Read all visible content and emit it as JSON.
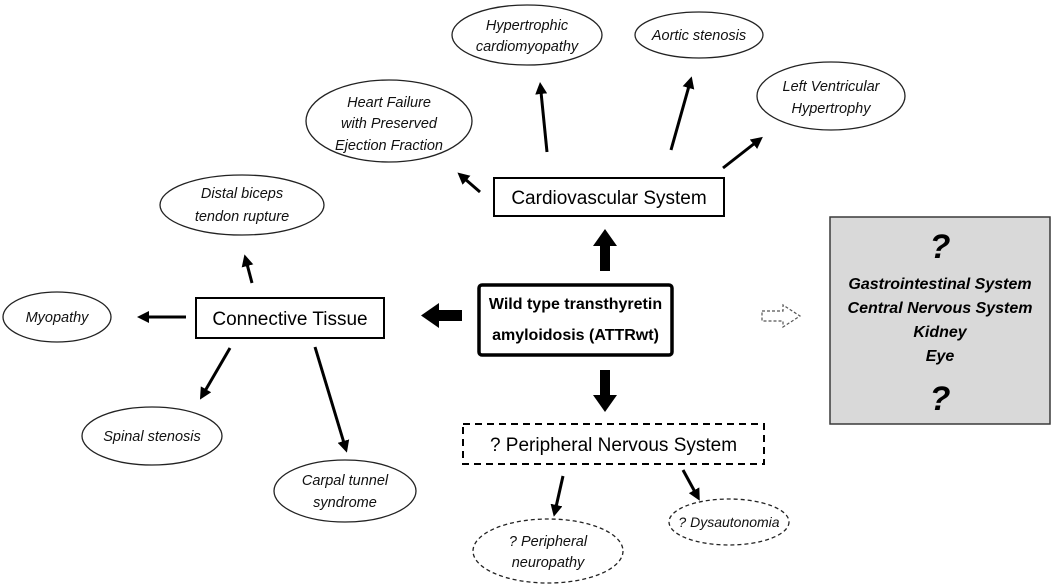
{
  "center": {
    "lines": [
      "Wild type transthyretin",
      "amyloidosis (ATTRwt)"
    ]
  },
  "cardiovascular": {
    "label": "Cardiovascular System",
    "outcomes": [
      {
        "lines": [
          "Heart Failure",
          "with Preserved",
          "Ejection Fraction"
        ]
      },
      {
        "lines": [
          "Hypertrophic",
          "cardiomyopathy"
        ]
      },
      {
        "lines": [
          "Aortic stenosis"
        ]
      },
      {
        "lines": [
          "Left Ventricular",
          "Hypertrophy"
        ]
      }
    ]
  },
  "connective_tissue": {
    "label": "Connective Tissue",
    "outcomes": [
      {
        "lines": [
          "Distal biceps",
          "tendon rupture"
        ]
      },
      {
        "lines": [
          "Myopathy"
        ]
      },
      {
        "lines": [
          "Spinal stenosis"
        ]
      },
      {
        "lines": [
          "Carpal tunnel",
          "syndrome"
        ]
      }
    ]
  },
  "peripheral_nervous": {
    "label": "? Peripheral Nervous System",
    "outcomes": [
      {
        "lines": [
          "? Peripheral",
          "neuropathy"
        ]
      },
      {
        "lines": [
          "? Dysautonomia"
        ]
      }
    ]
  },
  "uncertain_systems": {
    "top_mark": "?",
    "items": [
      "Gastrointestinal System",
      "Central Nervous System",
      "Kidney",
      "Eye"
    ],
    "bottom_mark": "?"
  },
  "colors": {
    "uncertain_box_fill": "#d9d9d9"
  }
}
